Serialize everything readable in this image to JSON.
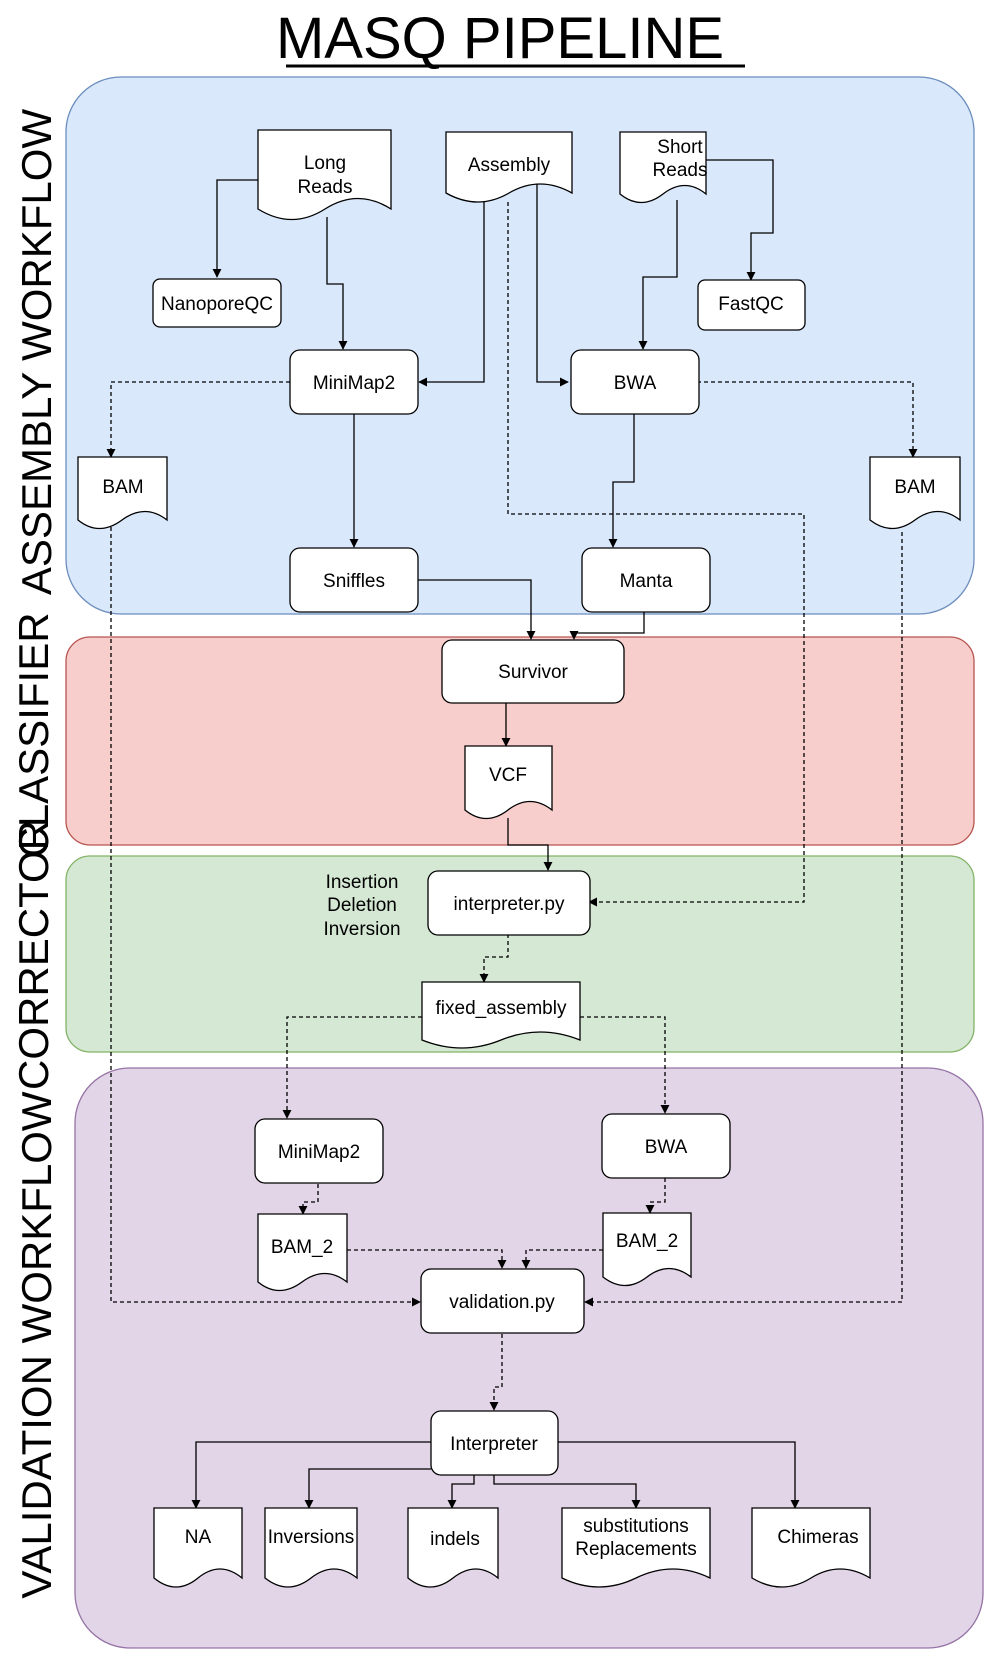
{
  "title": "MASQ PIPELINE",
  "lanes": {
    "assembly": {
      "label": "ASSEMBLY WORKFLOW",
      "fill": "#dae8fc",
      "stroke": "#6c8ebf"
    },
    "classifier": {
      "label": "CLASSIFIER",
      "fill": "#f8cecc",
      "stroke": "#b85450"
    },
    "corrector": {
      "label": "CORRECTOR",
      "fill": "#d5e8d4",
      "stroke": "#82b366"
    },
    "validation": {
      "label": "VALIDATION WORKFLOW",
      "fill": "#e1d5e7",
      "stroke": "#9673a6"
    }
  },
  "nodes": {
    "long_reads": {
      "line1": "Long",
      "line2": "Reads"
    },
    "assembly": "Assembly",
    "short_reads": {
      "line1": "Short",
      "line2": "Reads"
    },
    "nanoporeqc": "NanoporeQC",
    "fastqc": "FastQC",
    "minimap2_a": "MiniMap2",
    "bwa_a": "BWA",
    "bam_left": "BAM",
    "bam_right": "BAM",
    "sniffles": "Sniffles",
    "manta": "Manta",
    "survivor": "Survivor",
    "vcf": "VCF",
    "variant_types": {
      "line1": "Insertion",
      "line2": "Deletion",
      "line3": "Inversion"
    },
    "interpreter_py": "interpreter.py",
    "fixed_assembly": "fixed_assembly",
    "minimap2_b": "MiniMap2",
    "bwa_b": "BWA",
    "bam2_left": "BAM_2",
    "bam2_right": "BAM_2",
    "validation_py": "validation.py",
    "interpreter": "Interpreter",
    "na": "NA",
    "inversions": "Inversions",
    "indels": "indels",
    "substitutions": {
      "line1": "substitutions",
      "line2": "Replacements"
    },
    "chimeras": "Chimeras"
  }
}
